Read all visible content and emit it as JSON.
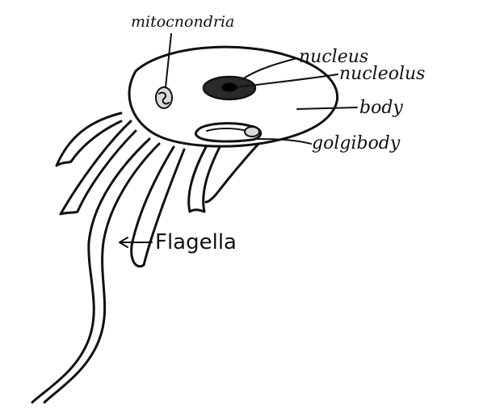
{
  "labels": {
    "mitochondria": "mitocnondria",
    "nucleus": "nucleus",
    "nucleolus": "nucleolus",
    "body": "body",
    "golgi_body": "golgibody",
    "flagella": "Flagella"
  },
  "colors": {
    "ink": "#111111",
    "background": "#ffffff"
  }
}
